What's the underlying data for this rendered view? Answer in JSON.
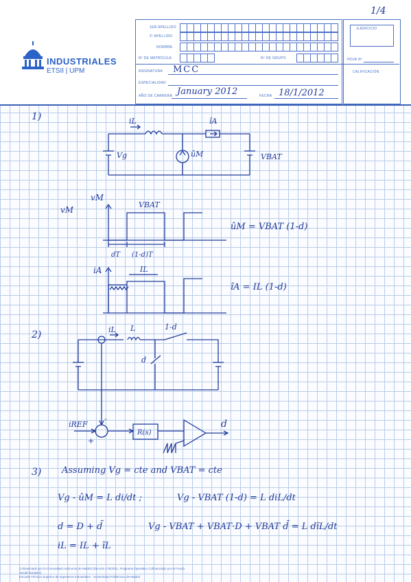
{
  "page_number": "1/4",
  "institution": {
    "name": "INDUSTRIALES",
    "subtitle": "ETSII | UPM"
  },
  "form": {
    "surname1_label": "1er APELLIDO",
    "surname2_label": "2º APELLIDO",
    "name_label": "NOMBRE",
    "enrollment_label": "Nº DE MATRÍCULA",
    "group_label": "Nº DE GRUPO",
    "subject_label": "ASIGNATURA",
    "subject_value": "MCC",
    "specialty_label": "ESPECIALIDAD",
    "course_label": "AÑO DE CARRERA",
    "course_value": "January 2012",
    "date_label": "FECHA",
    "date_value": "18/1/2012",
    "exercise_label": "EJERCICIO",
    "sheet_label": "HOJA Nº",
    "grade_label": "CALIFICACIÓN"
  },
  "section1": {
    "number": "1)",
    "circuit": {
      "iL": "iL",
      "iA": "îA",
      "vM": "ûM",
      "vg": "Vg",
      "vbat": "VBAT"
    },
    "waveform1": {
      "label_left": "vM",
      "ylabel": "vM",
      "level": "VBAT",
      "seg1": "dT",
      "seg2": "(1-d)T"
    },
    "waveform2": {
      "ylabel": "iA",
      "level": "IL"
    },
    "eq1": "ûM = VBAT (1-d)",
    "eq2": "îA = IL (1-d)"
  },
  "section2": {
    "number": "2)",
    "iL": "iL",
    "L": "L",
    "switch1": "1-d",
    "switch2": "d",
    "iref": "iREF",
    "plus": "+",
    "minus": "-",
    "controller": "R(s)",
    "output": "d"
  },
  "section3": {
    "number": "3)",
    "assumption": "Assuming  Vg = cte  and  VBAT = cte",
    "eq_a": "Vg - ûM = L di/dt ;",
    "eq_b": "Vg - VBAT (1-d) = L diL/dt",
    "eq_c": "d = D + d̃",
    "eq_d": "Vg - VBAT + VBAT·D + VBAT d̃ = L dĩL/dt",
    "eq_e": "iL = IL + ĩL"
  },
  "footer": {
    "line1": "Cofinanciado por la Comunidad Autónoma de Madrid (Decreto 175/2011, Programa Operativo Cofinanciado por el Fondo Social Europeo)",
    "line2": "Escuela Técnica Superior de Ingenieros Industriales · Universidad Politécnica de Madrid"
  },
  "colors": {
    "ink": "#1f3a9a",
    "grid": "#b9cbe6",
    "form": "#4a6fc4",
    "logo": "#2a62c8"
  }
}
